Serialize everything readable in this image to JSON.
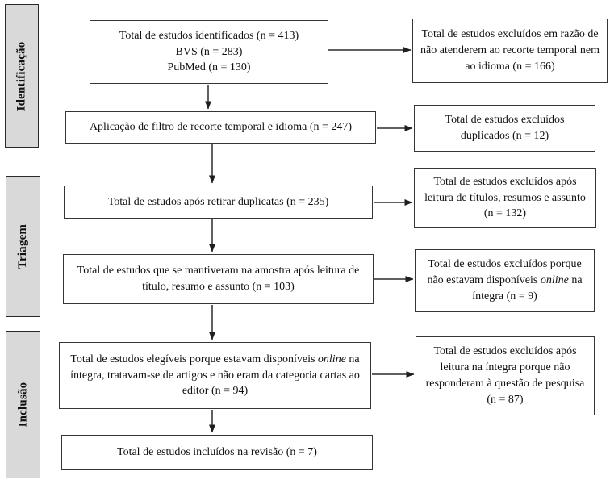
{
  "stages": [
    {
      "label": "Identificação"
    },
    {
      "label": "Triagem"
    },
    {
      "label": "Inclusão"
    }
  ],
  "main_boxes": {
    "identified": {
      "lines": [
        "Total de estudos identificados (n = 413)",
        "BVS (n = 283)",
        "PubMed (n = 130)"
      ]
    },
    "filter": {
      "text": "Aplicação de filtro de recorte temporal e idioma (n = 247)"
    },
    "deduplicated": {
      "text": "Total de estudos após retirar duplicatas (n = 235)"
    },
    "screened": {
      "text": "Total de estudos que se mantiveram na amostra após leitura de título, resumo e assunto (n = 103)"
    },
    "eligible": {
      "segments": [
        {
          "t": "Total de estudos elegíveis porque estavam disponíveis ",
          "i": false
        },
        {
          "t": "online",
          "i": true
        },
        {
          "t": " na íntegra, tratavam-se de artigos e não eram da categoria cartas ao editor (n = 94)",
          "i": false
        }
      ]
    },
    "included": {
      "text": "Total de estudos incluídos na revisão (n = 7)"
    }
  },
  "excluded_boxes": {
    "temporal_idioma": {
      "text": "Total de estudos excluídos em razão de não atenderem ao recorte temporal nem ao idioma (n = 166)"
    },
    "duplicados": {
      "text": "Total de estudos excluídos duplicados (n = 12)"
    },
    "titulos_resumos": {
      "text": "Total de estudos excluídos após leitura de títulos, resumos e assunto (n = 132)"
    },
    "nao_disponiveis": {
      "segments": [
        {
          "t": "Total de estudos excluídos porque não estavam disponíveis ",
          "i": false
        },
        {
          "t": "online",
          "i": true
        },
        {
          "t": " na íntegra (n = 9)",
          "i": false
        }
      ]
    },
    "questao_pesquisa": {
      "text": "Total de estudos excluídos após leitura na íntegra porque não responderam à questão de pesquisa (n = 87)"
    }
  },
  "colors": {
    "stage_fill": "#d9d9d9",
    "box_fill": "#ffffff",
    "border": "#363636",
    "arrow": "#1f1f1f",
    "text": "#111111"
  }
}
